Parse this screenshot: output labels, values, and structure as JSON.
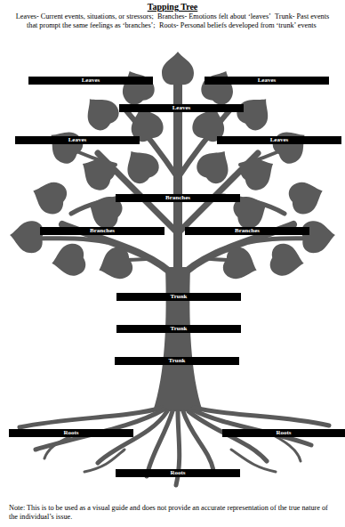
{
  "diagram": {
    "title": "Tapping Tree",
    "caption": "Note: This is to be used as a visual guide and does not provide an accurate representation of the true nature of the individual’s issue.",
    "nodes": [
      {
        "text": [
          "Leaves"
        ]
      },
      {
        "text": [
          "Leaves"
        ]
      },
      {
        "text": [
          "Leaves"
        ]
      },
      {
        "text": [
          "Leaves"
        ]
      },
      {
        "text": [
          "Leaves"
        ]
      },
      {
        "text": [
          "Branches"
        ]
      },
      {
        "text": [
          "Branches"
        ]
      },
      {
        "text": [
          "Branches"
        ]
      },
      {
        "text": [
          "Trunk"
        ]
      },
      {
        "text": [
          "Trunk"
        ]
      },
      {
        "text": [
          "Trunk"
        ]
      },
      {
        "text": [
          "Roots"
        ]
      },
      {
        "text": [
          "Roots"
        ]
      },
      {
        "text": [
          "Roots"
        ]
      }
    ],
    "labels": [
      "Leaves- Current events, situations, or stressors;",
      "Branches- Emotions felt about ‘leaves’",
      "Trunk- Past events that prompt the same feelings as ‘branches’;",
      "Roots- Personal beliefs developed from ‘trunk’ events"
    ]
  }
}
